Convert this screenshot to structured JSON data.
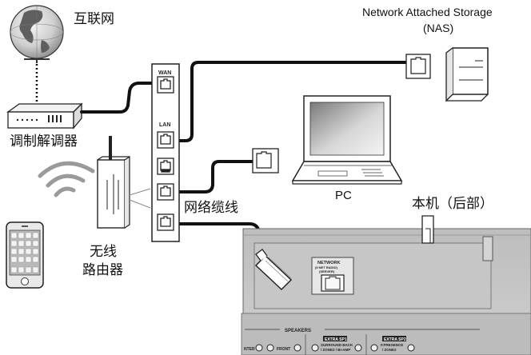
{
  "labels": {
    "internet": "互联网",
    "modem": "调制解调器",
    "nas_line1": "Network Attached Storage",
    "nas_line2": "(NAS)",
    "pc": "PC",
    "network_cable": "网络缆线",
    "unit_rear": "本机（后部）",
    "wireless_line1": "无线",
    "wireless_line2": "路由器"
  },
  "router_ports": {
    "wan": "WAN",
    "lan": "LAN"
  },
  "rear_panel": {
    "network_title": "NETWORK",
    "network_sub1": "(II NET RADIO)",
    "network_sub2": "(SERVER)",
    "speakers_title": "SPEAKERS",
    "front": "FRONT",
    "center": "NTER",
    "extra_sp1_badge": "EXTRA SP1",
    "surround_back": "SURROUND BACK",
    "zone_bi_amp": "/ ZONE2 / BI-AMP",
    "extra_sp2_badge": "EXTRA SP2",
    "presence": "F.PRESENCE",
    "zone2": "/ ZONE2"
  },
  "colors": {
    "cable": "#111111",
    "panel": "#c8c8c8",
    "panel_dark": "#9a9a9a",
    "device_fill": "#ffffff",
    "device_stroke": "#222222"
  }
}
